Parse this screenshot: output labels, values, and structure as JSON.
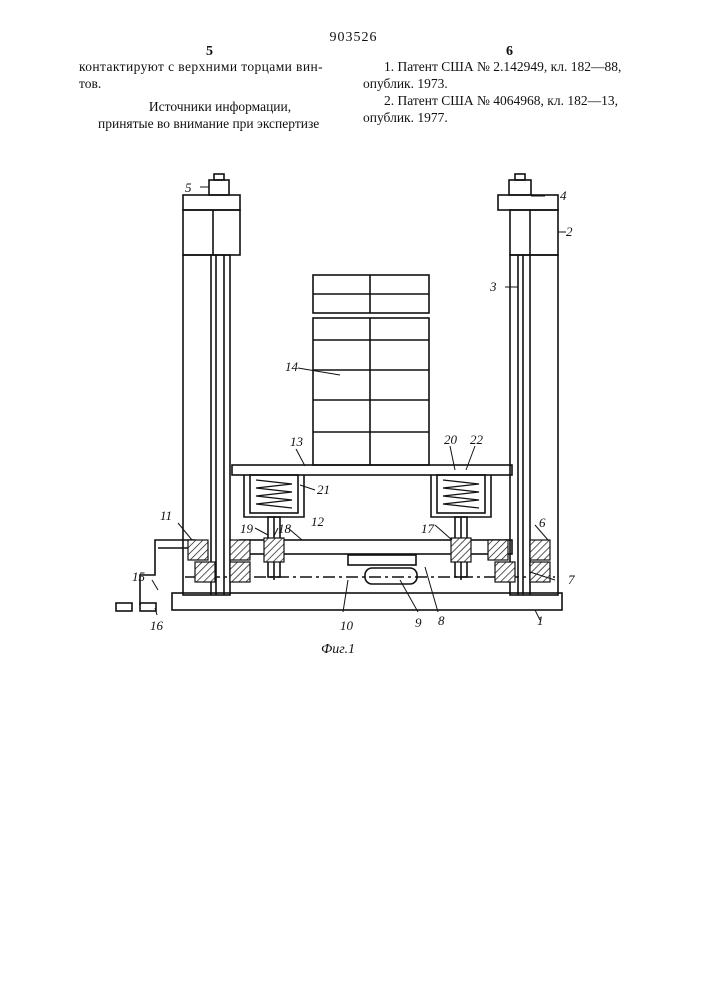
{
  "header": {
    "patent_number": "903526",
    "col_left_number": "5",
    "col_right_number": "6"
  },
  "left_column": {
    "line1": "контактируют с верхними торцами вин-",
    "line2": "тов.",
    "sources_heading": "Источники информации,",
    "sources_subheading": "принятые во внимание при экспертизе"
  },
  "right_column": {
    "ref1_line1": "1. Патент США № 2.142949, кл. 182—88,",
    "ref1_line2": "опублик. 1973.",
    "ref2_line1": "2. Патент США № 4064968, кл. 182—13,",
    "ref2_line2": "опублик. 1977."
  },
  "figure": {
    "caption": "Фиг.1",
    "labels": {
      "l1": "1",
      "l2": "2",
      "l3": "3",
      "l4": "4",
      "l5": "5",
      "l6": "6",
      "l7": "7",
      "l8": "8",
      "l9": "9",
      "l10": "10",
      "l11": "11",
      "l12": "12",
      "l13": "13",
      "l14": "14",
      "l15": "15",
      "l16": "16",
      "l17": "17",
      "l18": "18",
      "l19": "19",
      "l20": "20",
      "l21": "21",
      "l22": "22"
    }
  }
}
